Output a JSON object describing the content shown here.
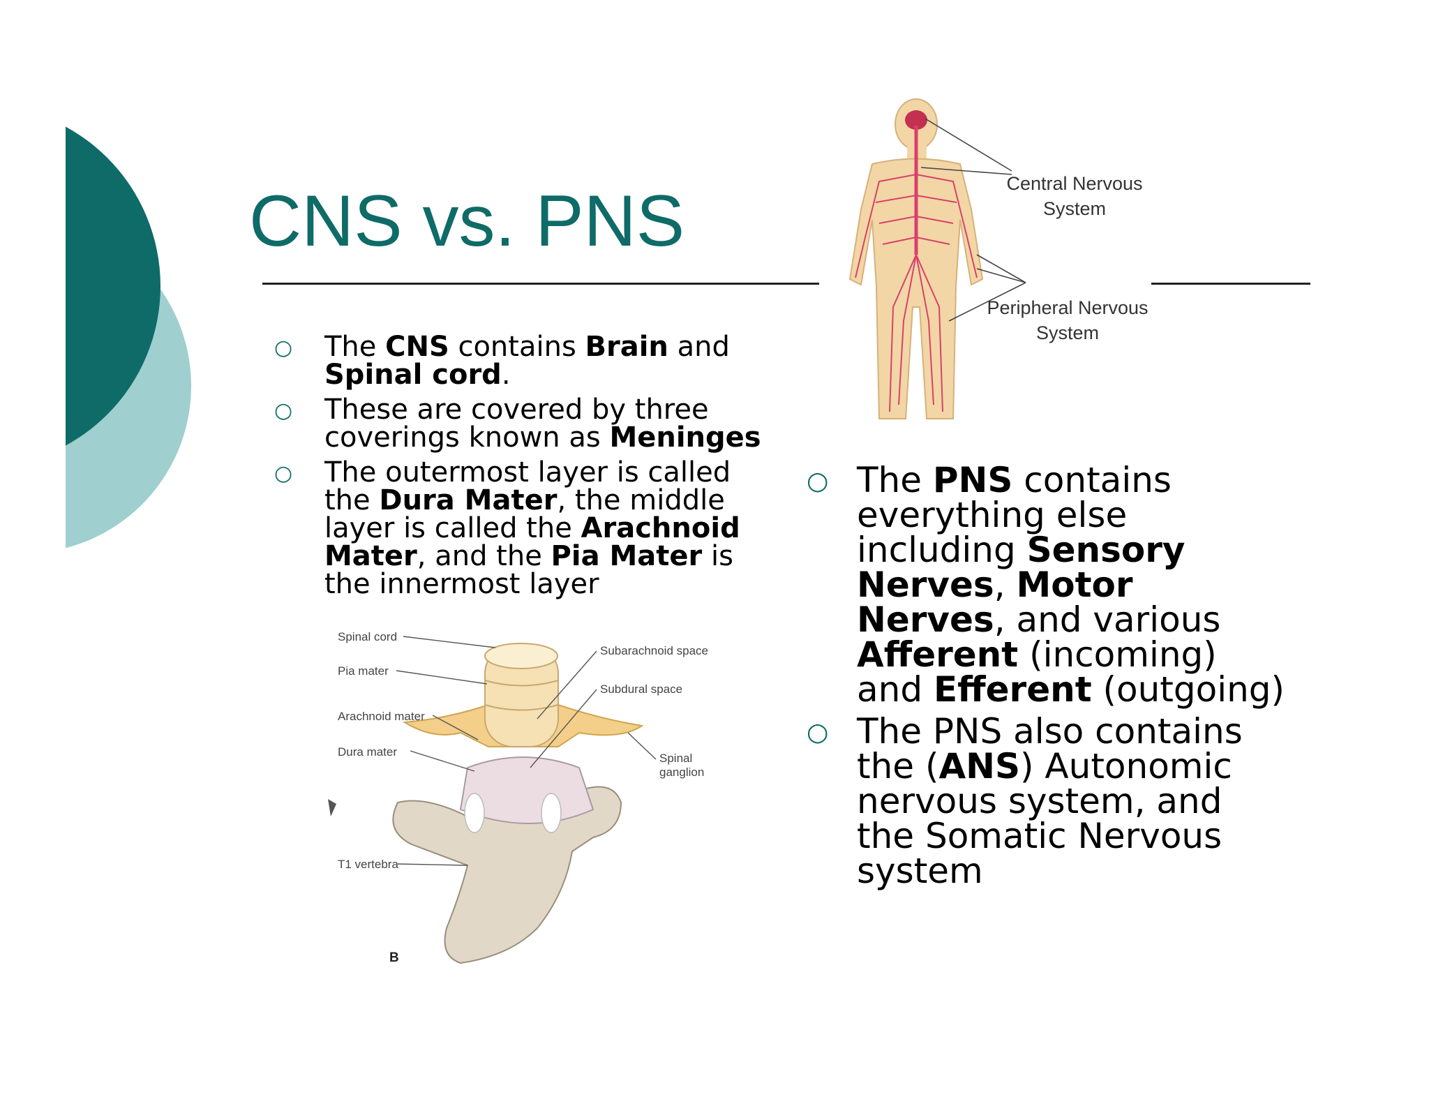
{
  "slide": {
    "title": "CNS vs. PNS",
    "theme_colors": {
      "dark_teal": "#0e6b68",
      "light_teal": "#9fcfcf"
    }
  },
  "left_bullets": [
    {
      "parts": [
        {
          "t": "The ",
          "b": false
        },
        {
          "t": "CNS",
          "b": true
        },
        {
          "t": " contains ",
          "b": false
        },
        {
          "t": "Brain",
          "b": true
        },
        {
          "t": " and ",
          "b": false
        },
        {
          "t": "Spinal cord",
          "b": true
        },
        {
          "t": ".",
          "b": false
        }
      ]
    },
    {
      "parts": [
        {
          "t": "These are covered by three coverings known as ",
          "b": false
        },
        {
          "t": "Meninges",
          "b": true
        }
      ]
    },
    {
      "parts": [
        {
          "t": "The outermost layer is called the ",
          "b": false
        },
        {
          "t": "Dura Mater",
          "b": true
        },
        {
          "t": ", the middle layer is called the ",
          "b": false
        },
        {
          "t": "Arachnoid Mater",
          "b": true
        },
        {
          "t": ", and the ",
          "b": false
        },
        {
          "t": "Pia Mater",
          "b": true
        },
        {
          "t": " is the innermost layer",
          "b": false
        }
      ]
    }
  ],
  "right_bullets": [
    {
      "parts": [
        {
          "t": "The ",
          "b": false
        },
        {
          "t": "PNS",
          "b": true
        },
        {
          "t": " contains everything else including ",
          "b": false
        },
        {
          "t": "Sensory Nerves",
          "b": true
        },
        {
          "t": ", ",
          "b": false
        },
        {
          "t": "Motor Nerves",
          "b": true
        },
        {
          "t": ", and various ",
          "b": false
        },
        {
          "t": "Afferent",
          "b": true
        },
        {
          "t": " (incoming) and ",
          "b": false
        },
        {
          "t": "Efferent",
          "b": true
        },
        {
          "t": " (outgoing)",
          "b": false
        }
      ]
    },
    {
      "parts": [
        {
          "t": "The PNS also contains the (",
          "b": false
        },
        {
          "t": "ANS",
          "b": true
        },
        {
          "t": ") Autonomic nervous system, and the Somatic Nervous system",
          "b": false
        }
      ]
    }
  ],
  "body_figure": {
    "label_cns": [
      "Central Nervous",
      "System"
    ],
    "label_pns": [
      "Peripheral Nervous",
      "System"
    ]
  },
  "spine_figure": {
    "labels": {
      "spinal_cord": "Spinal cord",
      "pia_mater": "Pia mater",
      "arachnoid_mater": "Arachnoid mater",
      "dura_mater": "Dura mater",
      "t1_vertebra": "T1 vertebra",
      "subarachnoid_space": "Subarachnoid space",
      "subdural_space": "Subdural space",
      "spinal_ganglion": [
        "Spinal",
        "ganglion"
      ],
      "panel_letter": "B"
    }
  }
}
